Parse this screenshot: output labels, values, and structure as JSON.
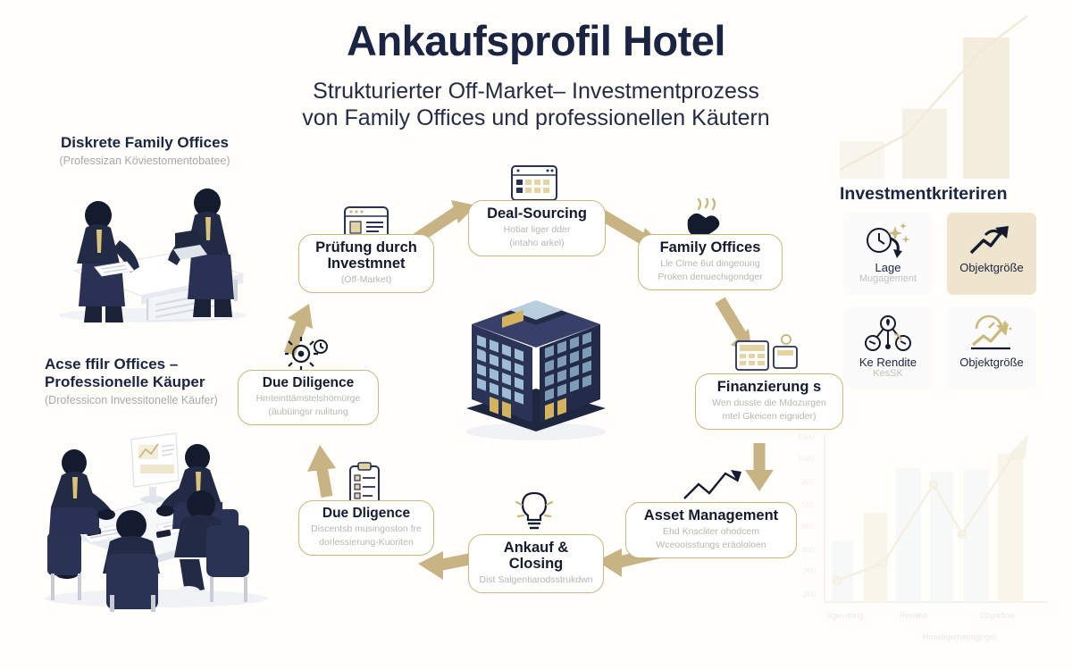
{
  "header": {
    "title": "Ankaufsprofil Hotel",
    "subtitle_line1": "Strukturierter Off-Market– Investmentprozess",
    "subtitle_line2": "von Family Offices und professionellen Käutern"
  },
  "left_panel": {
    "blocks": [
      {
        "title": "Diskrete Family Offices",
        "subtitle": "(Professizan Köviestomentobatee)",
        "illustration": "two-businessmen-at-desk-illustration"
      },
      {
        "title_line1": "Acse ffilr Offices –",
        "title_line2": "Professionelle Käuper",
        "subtitle": "(Drofessicon Invessitonelle Käufer)",
        "illustration": "boardroom-meeting-four-people-illustration"
      }
    ]
  },
  "center": {
    "building_icon": "isometric-hotel-building",
    "nodes": [
      {
        "id": "pruefung",
        "title_line1": "Prüfung durch",
        "title_line2": "Investmnet",
        "subtitle_line1": "(Off-Market)",
        "subtitle_line2": "",
        "icon": "document-window-icon"
      },
      {
        "id": "deal-sourcing",
        "title_line1": "Deal-Sourcing",
        "title_line2": "",
        "subtitle_line1": "Hotiar liger dder",
        "subtitle_line2": "(intaho arkel)",
        "icon": "calendar-grid-icon"
      },
      {
        "id": "family-offices",
        "title_line1": "Family Offices",
        "title_line2": "",
        "subtitle_line1": "Lle Clrne 6ut  dingeoung",
        "subtitle_line2": "Proken denuechigondger",
        "icon": "hand-with-sparkles-icon"
      },
      {
        "id": "finanzierung",
        "title_line1": "Finanzierung s",
        "title_line2": "",
        "subtitle_line1": "Wen dusste die Mdozurgen",
        "subtitle_line2": "mtel  Gkeicen eignider)",
        "icon": "calculator-icon"
      },
      {
        "id": "asset-management",
        "title_line1": "Asset Management",
        "title_line2": "",
        "subtitle_line1": "Ehd Knscliter ohodcem",
        "subtitle_line2": "Wceooisstungs eräololoen",
        "icon": "line-chart-icon"
      },
      {
        "id": "ankauf-closing",
        "title_line1": "Ankauf &",
        "title_line2": "Closing",
        "subtitle_line1": "Dist Salgentiarodsstrukdwn",
        "subtitle_line2": "",
        "icon": "lightbulb-icon"
      },
      {
        "id": "due-dligence-lower",
        "title_line1": "Due Dligence",
        "title_line2": "",
        "subtitle_line1": "Discentsb musingoston fre",
        "subtitle_line2": "dorlessierung-Kuoriten",
        "icon": "clipboard-checklist-icon"
      },
      {
        "id": "due-diligence-upper",
        "title_line1": "Due Diligence",
        "title_line2": "",
        "subtitle_line1": "Hmteinttämstelshömürge",
        "subtitle_line2": "(äubüingsr nulitung",
        "icon": "gear-clock-icon"
      }
    ]
  },
  "criteria_panel": {
    "heading": "Investmentkriteriren",
    "cards": [
      {
        "title": "Lage",
        "subtitle": "Mugagement",
        "icon": "clock-sparkle-icon",
        "style": "light"
      },
      {
        "title": "Objektgröße",
        "subtitle": "",
        "icon": "zigzag-up-arrow-icon",
        "style": "tan"
      },
      {
        "title": "Ke Rendite",
        "subtitle": "KesSK",
        "icon": "network-nodes-icon",
        "style": "light"
      },
      {
        "title": "Objektgröße",
        "subtitle": "",
        "icon": "gauge-growth-icon",
        "style": "light"
      }
    ]
  },
  "chart_data": [
    {
      "type": "bar",
      "id": "background-growth-chart",
      "title": "",
      "categories": [
        "1",
        "2",
        "3"
      ],
      "values": [
        18,
        42,
        88
      ],
      "series": [
        {
          "name": "growth",
          "values": [
            18,
            42,
            88
          ]
        }
      ],
      "xlabel": "",
      "ylabel": "",
      "ylim": [
        0,
        100
      ],
      "grid": false,
      "legend": "none",
      "colors": {
        "bar": "#ece0c6",
        "line": "#e5dcc2"
      },
      "overlay_line": [
        10,
        45,
        95
      ]
    },
    {
      "type": "bar",
      "id": "investment-metrics-chart",
      "title": "",
      "categories": [
        "Sger dung",
        "Rendite",
        "Objekflow"
      ],
      "tick_positions": [
        "Sger dung",
        "",
        "Rendite",
        "",
        "",
        "Objekflow"
      ],
      "bar_values": [
        430,
        690,
        960,
        940,
        935,
        1020
      ],
      "series": [
        {
          "name": "bars",
          "values": [
            430,
            690,
            960,
            940,
            935,
            1020
          ]
        },
        {
          "name": "trend-line",
          "values": [
            180,
            250,
            560,
            900,
            480,
            1030
          ]
        }
      ],
      "line_values": [
        180,
        250,
        560,
        900,
        480,
        1030
      ],
      "bar_colors": [
        "#e8edf4",
        "#efe1c4",
        "#e8edf4",
        "#e8edf4",
        "#e8edf4",
        "#efe1c4"
      ],
      "line_color": "#d8cda6",
      "xlabel": "Hrouliigernegsgjngo)",
      "ylabel": "",
      "ylim": [
        0,
        1100
      ],
      "yticks": [
        200,
        200,
        400,
        600,
        500,
        900,
        1000,
        1000
      ],
      "ytick_labels": [
        "1000",
        "1000",
        "900",
        "500",
        "600",
        "400",
        "200",
        "200"
      ],
      "grid": false,
      "legend": "none"
    }
  ],
  "colors": {
    "ink": "#1b2440",
    "gold": "#cbb87e",
    "arrow": "#c7b383",
    "muted": "#b9b6ae",
    "tan_panel": "#efe4cd",
    "background": "#fffefb"
  }
}
